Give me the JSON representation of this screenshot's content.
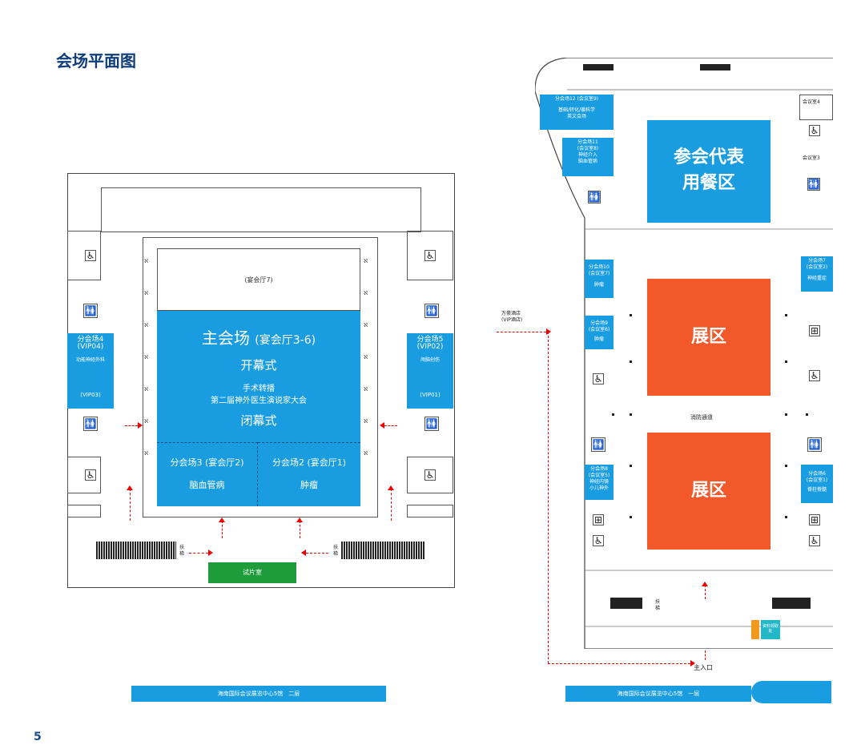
{
  "page_title": "会场平面图",
  "page_number": "5",
  "left_plan": {
    "footer": "海南国际会议展览中心5馆　二层",
    "hall7": "(宴会厅7)",
    "main_title": "主会场",
    "main_sub": "(宴会厅3-6)",
    "opening": "开幕式",
    "broadcast": "手术转播",
    "contest": "第二届神外医生演说家大会",
    "closing": "闭幕式",
    "sub3": "分会场3 (宴会厅2)",
    "sub3_topic": "脑血管病",
    "sub2": "分会场2 (宴会厅1)",
    "sub2_topic": "肿瘤",
    "sub4": "分会场4",
    "sub4_vip": "(VIP04)",
    "sub4_topic": "功能神经外科",
    "vip03": "(VIP03)",
    "sub5": "分会场5",
    "sub5_vip": "(VIP02)",
    "sub5_topic": "颅脑创伤",
    "vip01": "(VIP01)",
    "preview": "试片室",
    "escalator": "扶梯"
  },
  "right_plan": {
    "footer": "海南国际会议展览中心5馆　一层",
    "dining": [
      "参会代表",
      "用餐区"
    ],
    "expo_a": "展区",
    "expo_b": "展区",
    "fire_lane": "消防通道",
    "main_entrance": "主入口",
    "hotel": "万豪酒店",
    "hotel_vip": "(VIP酒店)",
    "sub12": "分会场12 (会议室9)",
    "sub12_topic": "基础/转化/循科学",
    "sub12_topic2": "英文会场",
    "sub11": "分会场11",
    "sub11_room": "(会议室8)",
    "sub11_topic": "神经介入",
    "sub11_topic2": "脑血管病",
    "sub10": "分会场10",
    "sub10_room": "(会议室7)",
    "sub10_topic": "肿瘤",
    "sub9": "分会场9",
    "sub9_room": "(会议室6)",
    "sub9_topic": "肿瘤",
    "sub8": "分会场8",
    "sub8_room": "(会议室5)",
    "sub8_topic": "神经内镜",
    "sub8_topic2": "小儿神外",
    "sub7": "分会场7",
    "sub7_room": "(会议室2)",
    "sub7_topic": "神经重症",
    "sub6": "分会场6",
    "sub6_room": "(会议室1)",
    "sub6_topic": "脊柱脊髓",
    "room4": "会议室4",
    "room3": "会议室3",
    "escalator": "扶梯",
    "reg": "资料领取处"
  },
  "colors": {
    "blue": "#1a9de0",
    "orange": "#f1592a",
    "green": "#1e9c3c",
    "title": "#0f3d7a"
  }
}
